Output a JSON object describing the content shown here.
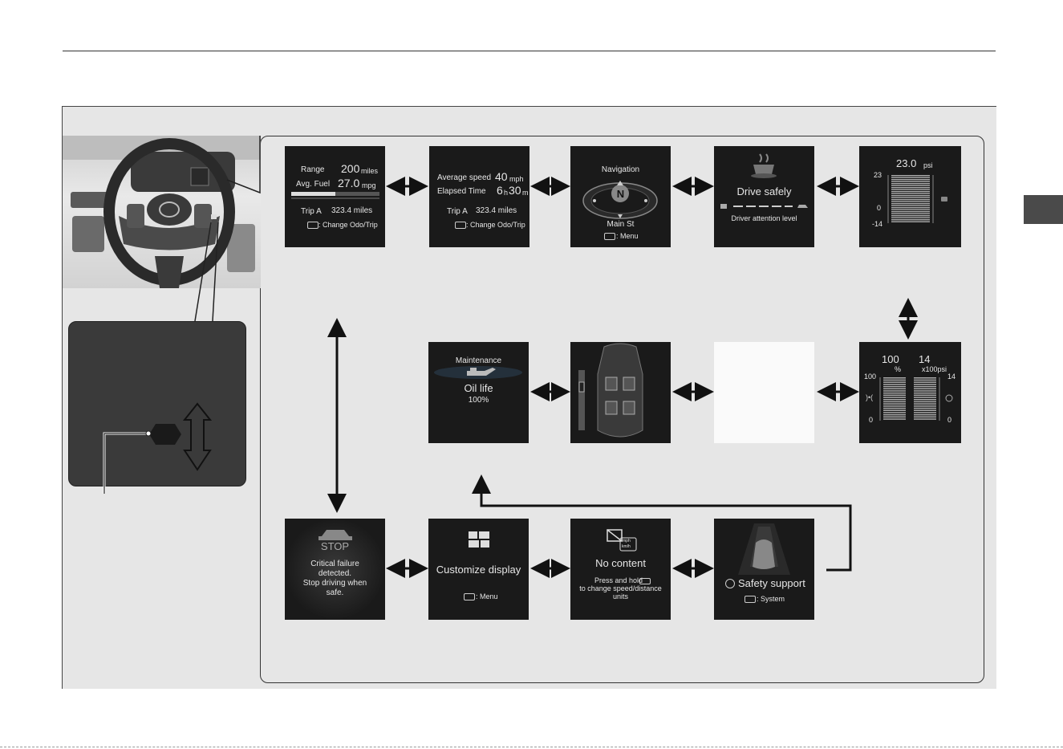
{
  "screens": {
    "range": {
      "range_label": "Range",
      "range_value": "200",
      "range_unit": "miles",
      "fuel_label": "Avg. Fuel",
      "fuel_value": "27.0",
      "fuel_unit": "mpg",
      "trip_label": "Trip A",
      "trip_value": "323.4 miles",
      "hint": ": Change Odo/Trip"
    },
    "speed": {
      "avg_label": "Average speed",
      "avg_value": "40",
      "avg_unit": "mph",
      "elapsed_label": "Elapsed Time",
      "hours": "6",
      "h_unit": "h",
      "minutes": "30",
      "m_unit": "m",
      "trip_label": "Trip A",
      "trip_value": "323.4 miles",
      "hint": ": Change Odo/Trip"
    },
    "navigation": {
      "title": "Navigation",
      "heading": "N",
      "street": "Main St",
      "hint": ": Menu"
    },
    "drive_safely": {
      "title": "Drive safely",
      "subtitle": "Driver attention level"
    },
    "boost": {
      "value": "23.0",
      "unit": "psi",
      "tick_top": "23",
      "tick_mid": "0",
      "tick_bottom": "-14"
    },
    "maintenance": {
      "title": "Maintenance",
      "item": "Oil life",
      "value": "100%"
    },
    "gauges": {
      "left_value": "100",
      "left_unit": "%",
      "right_value": "14",
      "right_unit": "x100psi",
      "left_top": "100",
      "left_mid": "0",
      "right_top": "14",
      "right_bottom": "0",
      "left_level": 1.0,
      "right_level": 1.0
    },
    "stop": {
      "title": "STOP",
      "line1": "Critical failure",
      "line2": "detected.",
      "line3": "Stop driving when",
      "line4": "safe."
    },
    "customize": {
      "title": "Customize display",
      "hint": ": Menu"
    },
    "no_content": {
      "icon_text_1": "mph",
      "icon_text_2": "km/h",
      "title": "No content",
      "line1": "Press and hold",
      "line2": "to change speed/distance",
      "line3": "units"
    },
    "safety": {
      "title": "Safety support",
      "hint": ": System"
    }
  }
}
